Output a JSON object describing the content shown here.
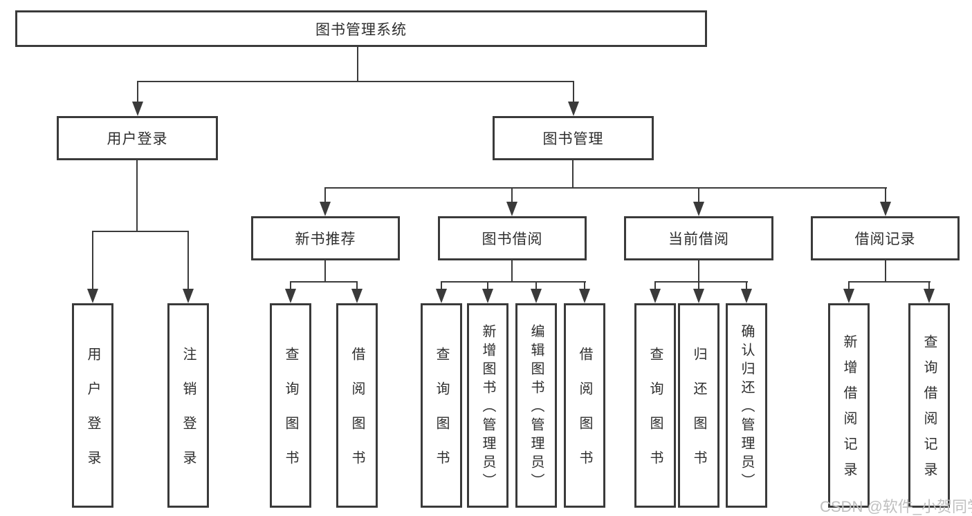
{
  "title_box": {
    "label": "图书管理系统"
  },
  "branches": {
    "user_login": {
      "label": "用户登录",
      "children": {
        "login": "用户登录",
        "logout": "注销登录"
      }
    },
    "book_management": {
      "label": "图书管理",
      "sections": {
        "new_book_recommend": {
          "label": "新书推荐",
          "children": {
            "query": "查询图书",
            "borrow": "借阅图书"
          }
        },
        "book_borrow": {
          "label": "图书借阅",
          "children": {
            "query": "查询图书",
            "add": "新增图书（管理员）",
            "edit": "编辑图书（管理员）",
            "borrow": "借阅图书"
          }
        },
        "current_borrow": {
          "label": "当前借阅",
          "children": {
            "query": "查询图书",
            "return": "归还图书",
            "confirm_return": "确认归还（管理员）"
          }
        },
        "borrow_records": {
          "label": "借阅记录",
          "children": {
            "add_record": "新增借阅记录",
            "query_record": "查询借阅记录"
          }
        }
      }
    }
  },
  "watermark": {
    "text": "CSDN @软件_小贺同学"
  },
  "colors": {
    "line": "#3a3a3a",
    "box_border": "#3a3a3a",
    "text": "#2e2e2e",
    "watermark": "#bfbfbf",
    "background": "#ffffff"
  }
}
